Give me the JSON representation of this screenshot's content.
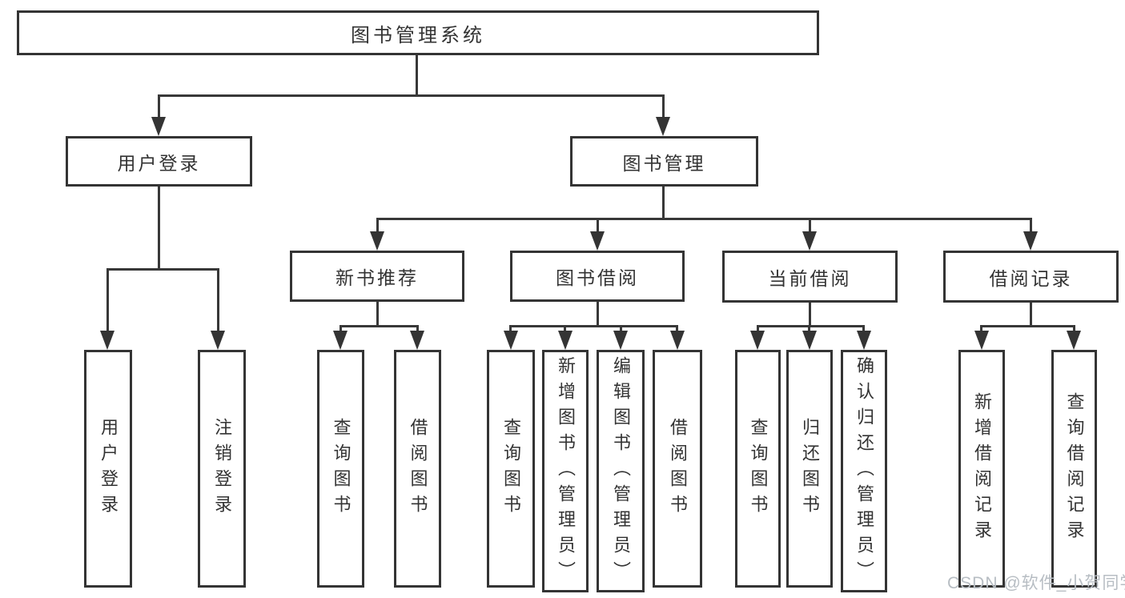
{
  "diagram": {
    "root": {
      "label": "图书管理系统"
    },
    "level2": {
      "user_login": "用户登录",
      "book_management": "图书管理"
    },
    "level3": {
      "new_book_recommend": "新书推荐",
      "book_borrow": "图书借阅",
      "current_borrow": "当前借阅",
      "borrow_records": "借阅记录"
    },
    "leaves": {
      "user_login": "用户登录",
      "logout": "注销登录",
      "nb_query_books": "查询图书",
      "nb_borrow_books": "借阅图书",
      "bb_query_books": "查询图书",
      "bb_add_books": "新增图书（管理员）",
      "bb_edit_books": "编辑图书（管理员）",
      "bb_borrow_books": "借阅图书",
      "cb_query_books": "查询图书",
      "cb_return_books": "归还图书",
      "cb_confirm_return": "确认归还（管理员）",
      "br_add_record": "新增借阅记录",
      "br_query_record": "查询借阅记录"
    }
  },
  "watermark": "CSDN @软件_小贺同学",
  "colors": {
    "line": "#383838",
    "box_border": "#343434",
    "text": "#333333",
    "watermark": "#b7bdc3",
    "background": "#ffffff"
  }
}
